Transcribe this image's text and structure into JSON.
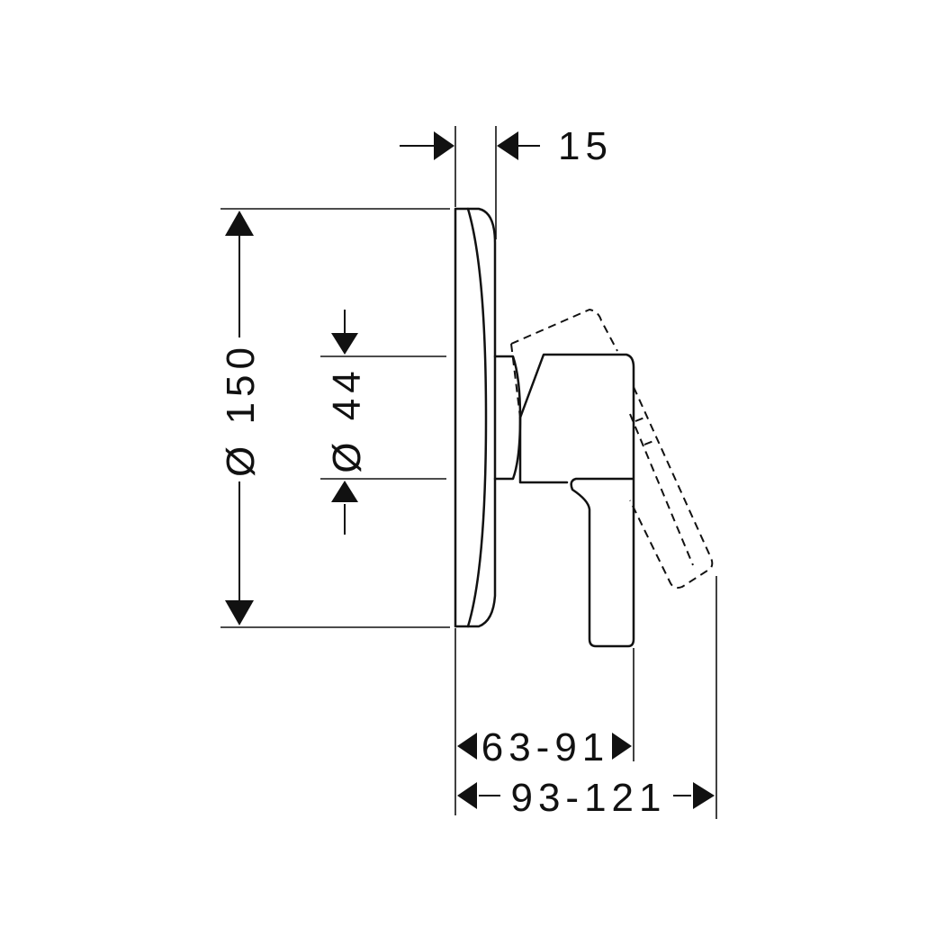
{
  "diagram": {
    "dimensions": {
      "plate_thickness": "15",
      "plate_diameter": "Ø 150",
      "spindle_diameter": "Ø 44",
      "handle_depth": "63-91",
      "handle_depth_open": "93-121"
    }
  },
  "colors": {
    "line": "#111111",
    "background": "#ffffff"
  }
}
